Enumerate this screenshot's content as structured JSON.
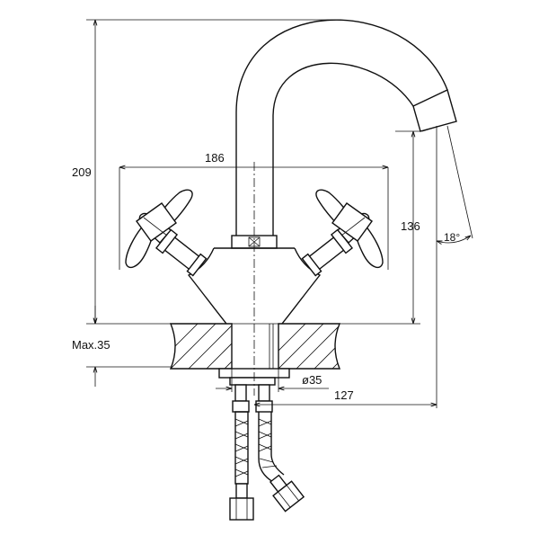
{
  "drawing": {
    "dimensions": {
      "total_height": "209",
      "handle_span": "186",
      "spout_height": "136",
      "spout_angle": "18°",
      "max_thickness": "Max.35",
      "hole_diameter": "ø35",
      "spout_reach": "127"
    },
    "colors": {
      "line": "#111111",
      "background": "#ffffff"
    }
  }
}
